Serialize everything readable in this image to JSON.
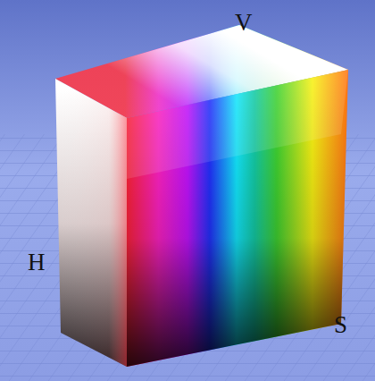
{
  "diagram": {
    "labels": [
      "V",
      "H",
      "S"
    ]
  }
}
